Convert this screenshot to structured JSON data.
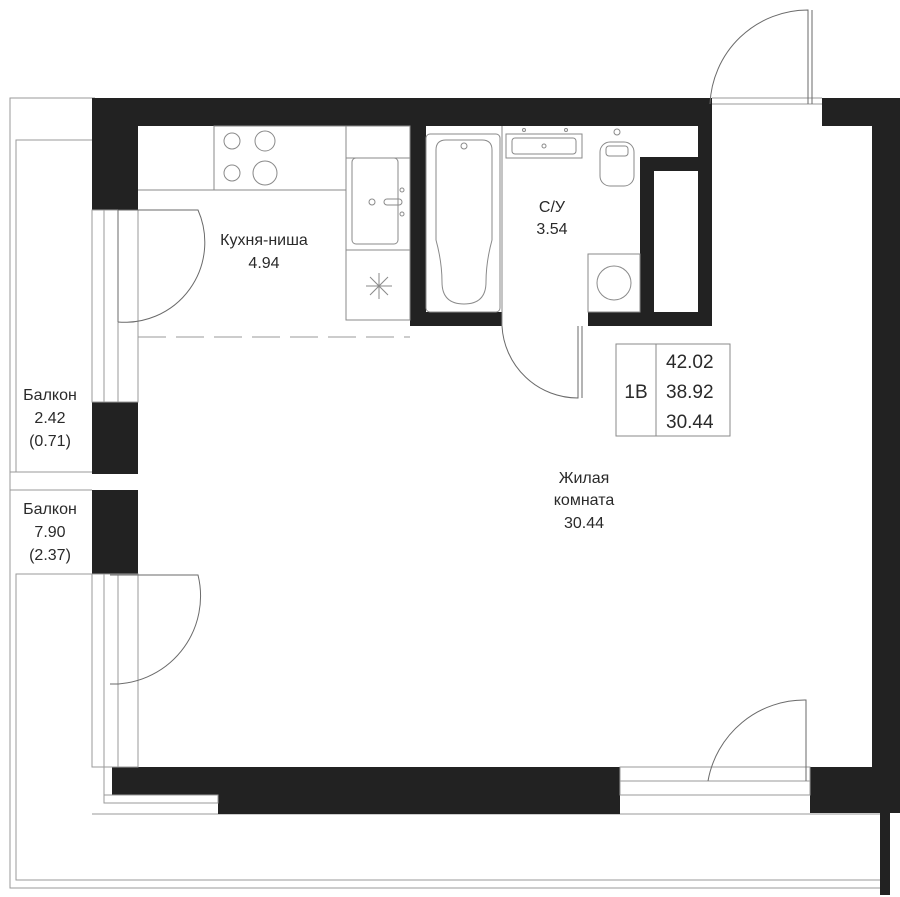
{
  "rooms": {
    "kitchen": {
      "name": "Кухня-ниша",
      "area": "4.94"
    },
    "bathroom": {
      "name": "С/У",
      "area": "3.54"
    },
    "living": {
      "name_line1": "Жилая",
      "name_line2": "комната",
      "area": "30.44"
    },
    "balcony1": {
      "name": "Балкон",
      "area": "2.42",
      "reduced_area": "(0.71)"
    },
    "balcony2": {
      "name": "Балкон",
      "area": "7.90",
      "reduced_area": "(2.37)"
    }
  },
  "summary": {
    "type": "1В",
    "total_area": "42.02",
    "area_without_balcony": "38.92",
    "living_area": "30.44"
  }
}
